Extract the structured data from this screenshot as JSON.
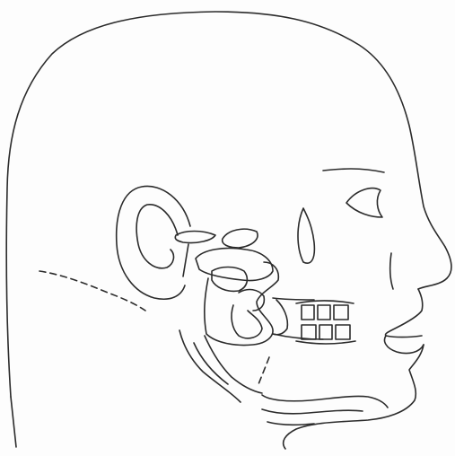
{
  "figure": {
    "kind": "line drawing",
    "subject": "head profile",
    "regions": [
      "head-outline",
      "ear",
      "eye",
      "nose",
      "mouth",
      "jaw-and-neck",
      "temporomandibular-joint",
      "teeth"
    ]
  },
  "colors": {
    "background": "#fdfdfd",
    "ink": "#2b2b2b"
  }
}
